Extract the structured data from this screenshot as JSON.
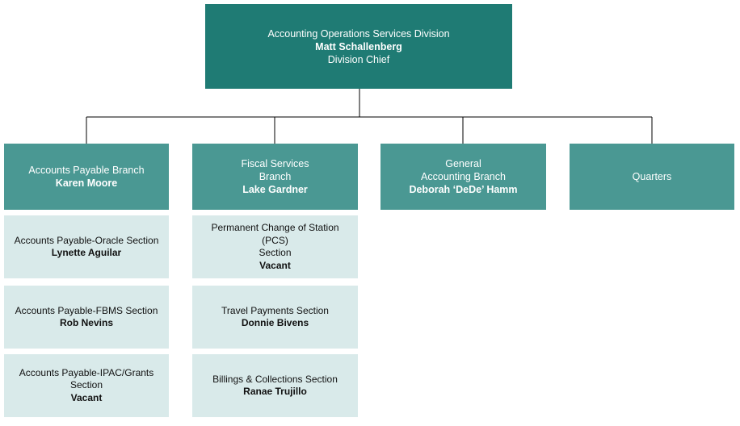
{
  "division": {
    "line1": "Accounting Operations Services Division",
    "name": "Matt Schallenberg",
    "role": "Division Chief"
  },
  "branches": [
    {
      "line1": "Accounts Payable Branch",
      "line2": "",
      "name": "Karen Moore"
    },
    {
      "line1": "Fiscal Services",
      "line2": "Branch",
      "name": "Lake Gardner"
    },
    {
      "line1": "General",
      "line2": "Accounting Branch",
      "name": "Deborah ‘DeDe’ Hamm"
    },
    {
      "line1": "Quarters",
      "line2": "",
      "name": ""
    }
  ],
  "sections": {
    "accounts_payable": [
      {
        "line1": "Accounts Payable-Oracle Section",
        "line2": "",
        "name": "Lynette Aguilar"
      },
      {
        "line1": "Accounts Payable-FBMS Section",
        "line2": "",
        "name": "Rob Nevins"
      },
      {
        "line1": "Accounts Payable-IPAC/Grants",
        "line2": "Section",
        "name": "Vacant"
      }
    ],
    "fiscal_services": [
      {
        "line1": "Permanent Change of Station (PCS)",
        "line2": "Section",
        "name": "Vacant"
      },
      {
        "line1": "Travel Payments Section",
        "line2": "",
        "name": "Donnie Bivens"
      },
      {
        "line1": "Billings & Collections Section",
        "line2": "",
        "name": "Ranae Trujillo"
      }
    ]
  },
  "colors": {
    "division_fill": "#1f7b74",
    "branch_fill": "#4a9893",
    "section_fill": "#d9eaea",
    "connector": "#000000"
  }
}
